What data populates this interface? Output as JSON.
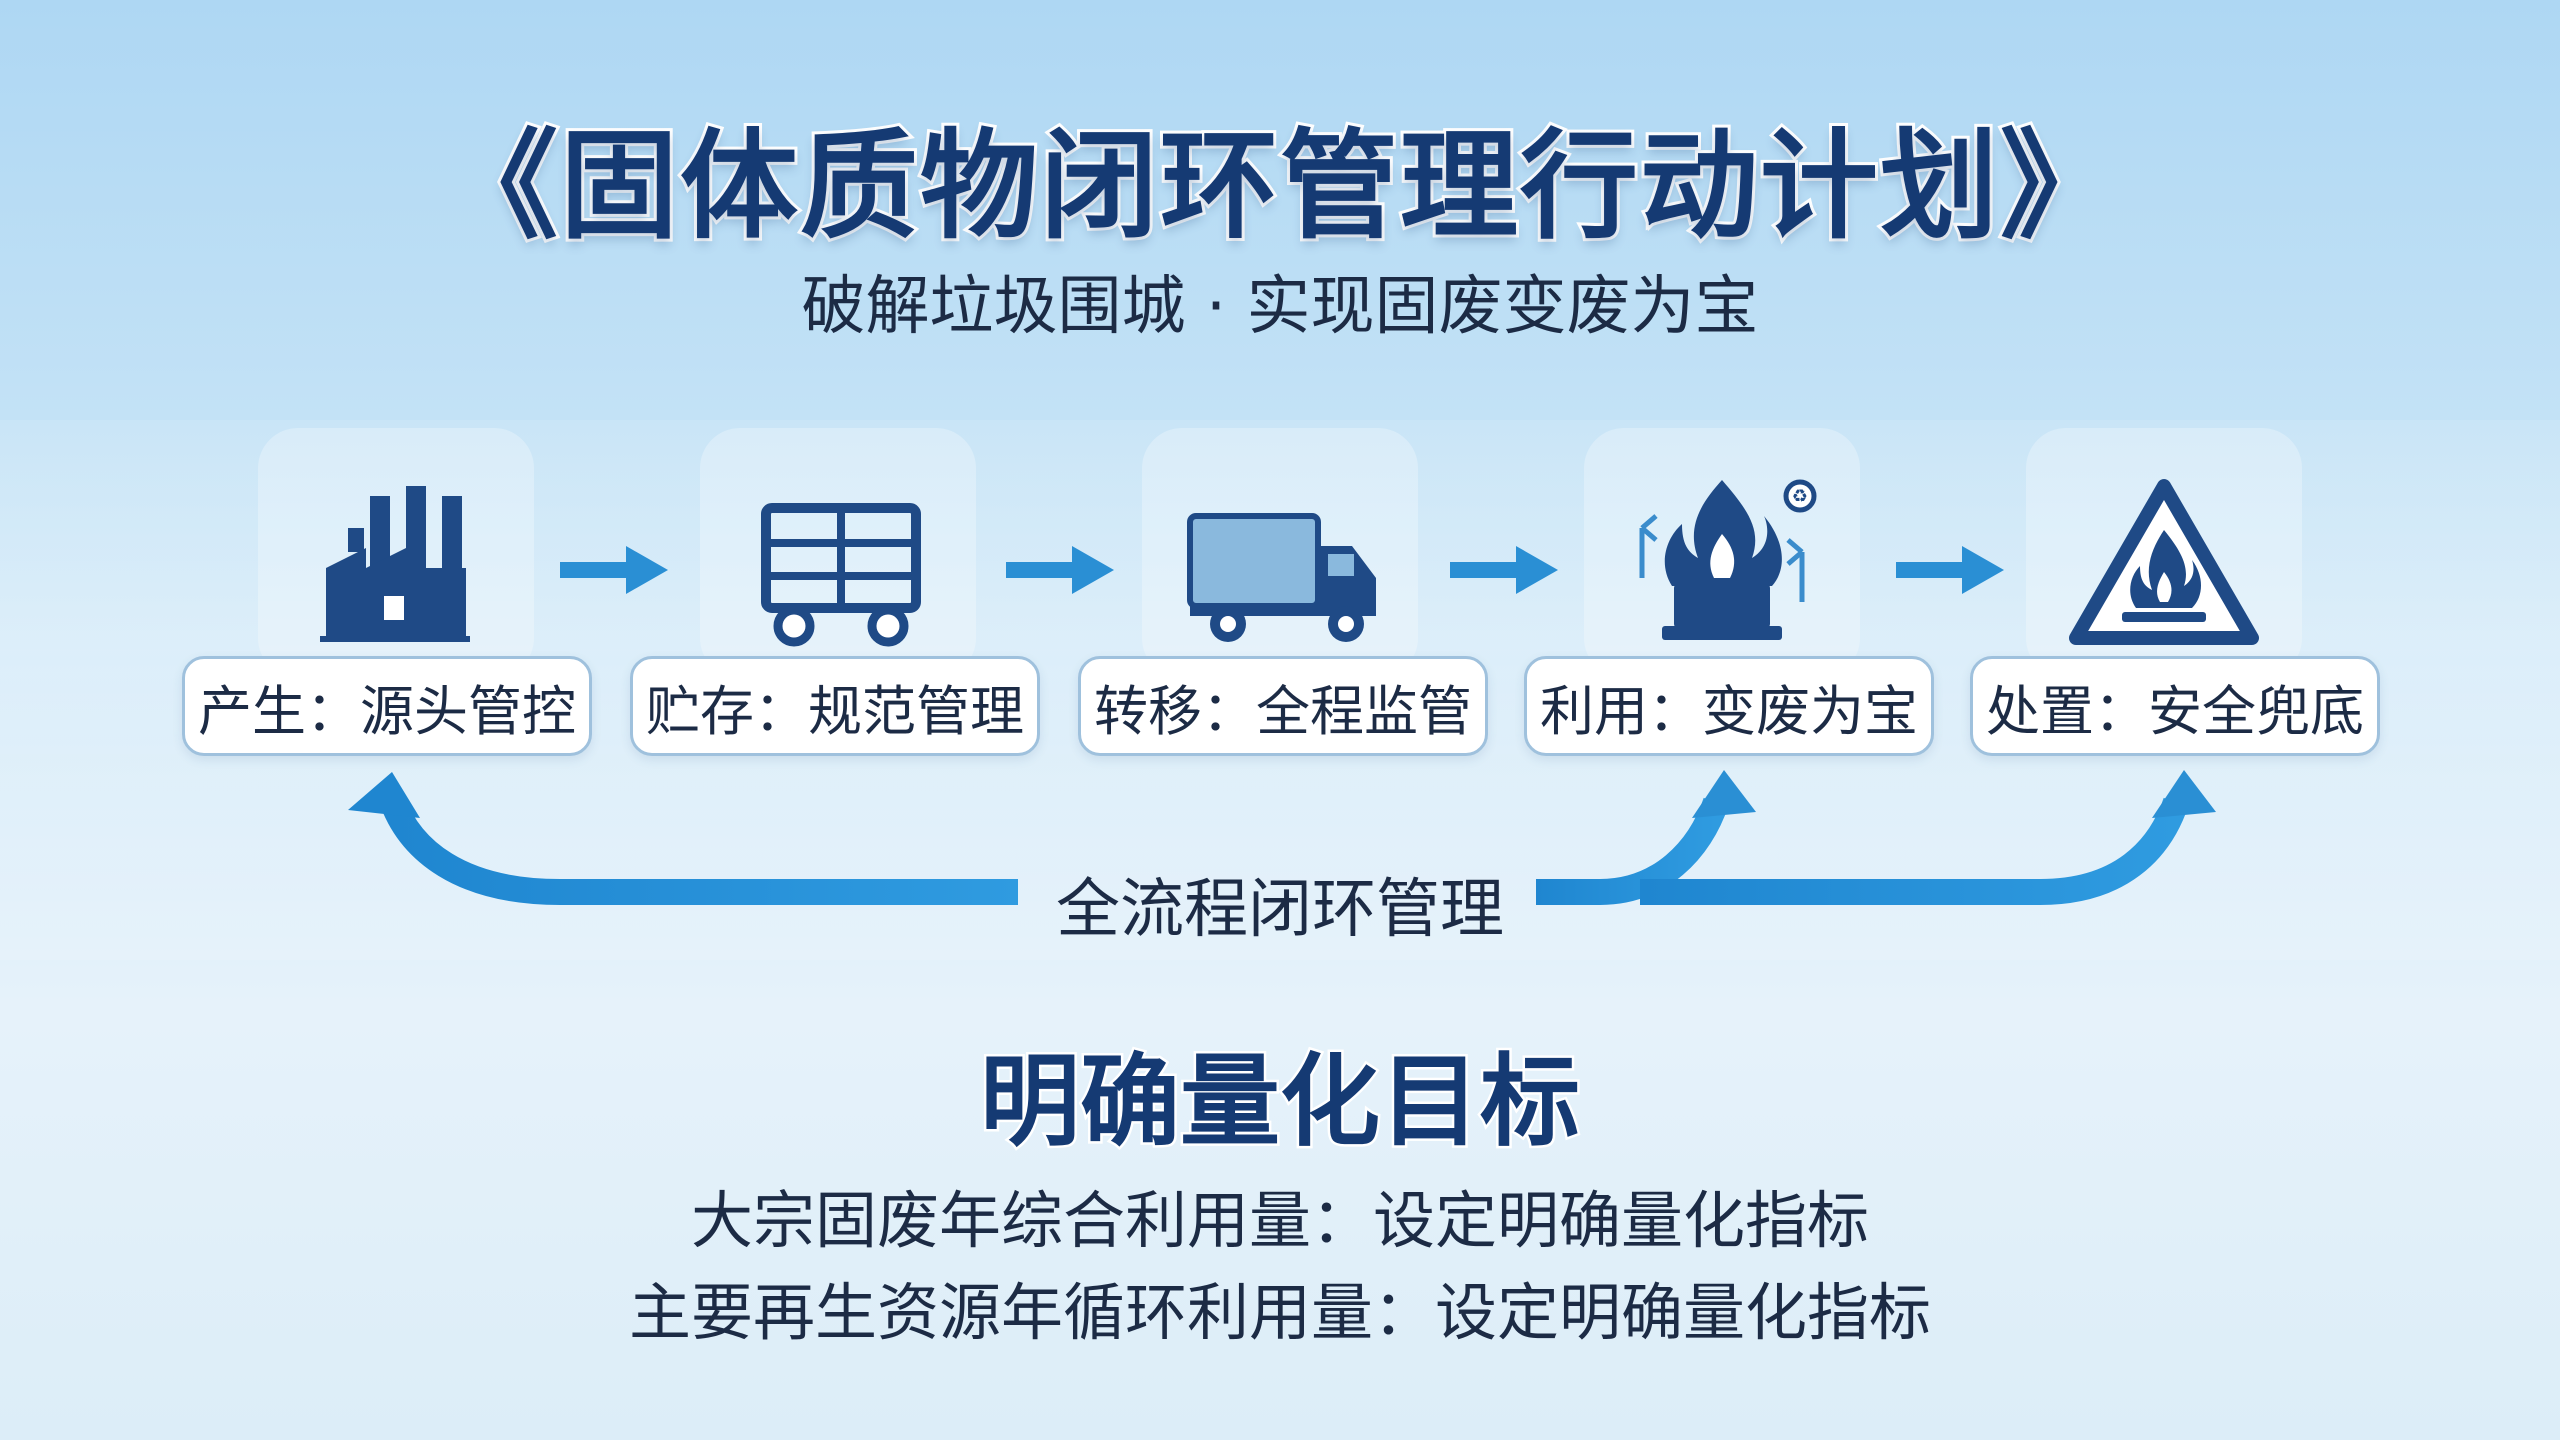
{
  "header": {
    "title": "《固体质物闭环管理行动计划》",
    "subtitle": "破解垃圾围城 · 实现固废变废为宝"
  },
  "process": {
    "steps": [
      {
        "label": "产生：源头管控",
        "icon": "factory-icon"
      },
      {
        "label": "贮存：规范管理",
        "icon": "storage-cart-icon"
      },
      {
        "label": "转移：全程监管",
        "icon": "truck-icon"
      },
      {
        "label": "利用：变废为宝",
        "icon": "furnace-flame-icon"
      },
      {
        "label": "处置：安全兜底",
        "icon": "hazard-triangle-icon"
      }
    ],
    "loop_label": "全流程闭环管理"
  },
  "goals": {
    "title": "明确量化目标",
    "lines": [
      "大宗固废年综合利用量：设定明确量化指标",
      "主要再生资源年循环利用量：设定明确量化指标"
    ]
  },
  "colors": {
    "icon": "#1f4a86",
    "arrow": "#2a8fd4",
    "title": "#153a73"
  }
}
